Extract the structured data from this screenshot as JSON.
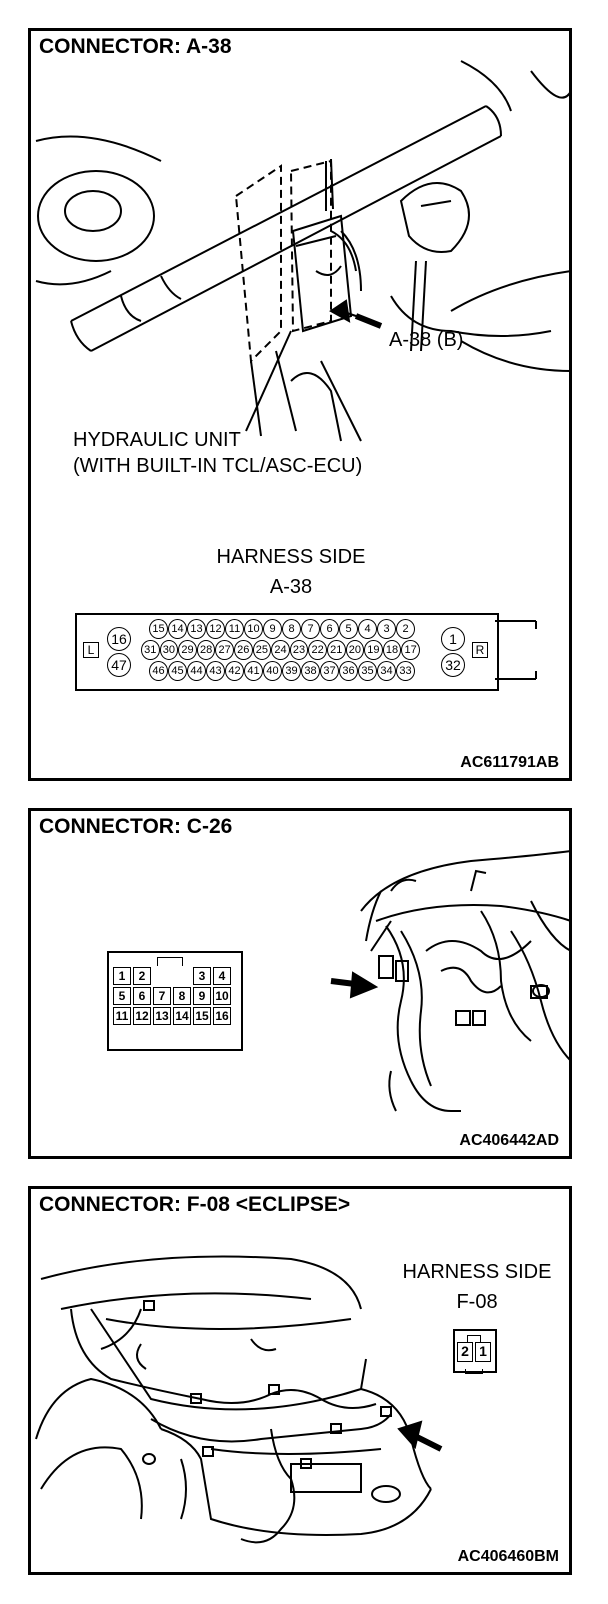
{
  "panels": [
    {
      "title": "CONNECTOR: A-38",
      "callout": "A-38 (B)",
      "unit_label_1": "HYDRAULIC UNIT",
      "unit_label_2": "(WITH BUILT-IN TCL/ASC-ECU)",
      "view_label": "HARNESS SIDE",
      "connector_id": "A-38",
      "side_left": "L",
      "side_right": "R",
      "pins_row1": [
        "15",
        "14",
        "13",
        "12",
        "11",
        "10",
        "9",
        "8",
        "7",
        "6",
        "5",
        "4",
        "3",
        "2"
      ],
      "pins_row2": [
        "31",
        "30",
        "29",
        "28",
        "27",
        "26",
        "25",
        "24",
        "23",
        "22",
        "21",
        "20",
        "19",
        "18",
        "17"
      ],
      "pins_row3": [
        "46",
        "45",
        "44",
        "43",
        "42",
        "41",
        "40",
        "39",
        "38",
        "37",
        "36",
        "35",
        "34",
        "33"
      ],
      "pin_left_top": "16",
      "pin_left_bottom": "47",
      "pin_right_top": "1",
      "pin_right_bottom": "32",
      "code": "AC611791AB"
    },
    {
      "title": "CONNECTOR: C-26",
      "grid_row1": [
        "1",
        "2",
        "",
        "",
        "3",
        "4"
      ],
      "grid_row2": [
        "5",
        "6",
        "7",
        "8",
        "9",
        "10"
      ],
      "grid_row3": [
        "11",
        "12",
        "13",
        "14",
        "15",
        "16"
      ],
      "code": "AC406442AD"
    },
    {
      "title": "CONNECTOR: F-08 <ECLIPSE>",
      "view_label": "HARNESS SIDE",
      "connector_id": "F-08",
      "pins": [
        "2",
        "1"
      ],
      "code": "AC406460BM"
    }
  ]
}
